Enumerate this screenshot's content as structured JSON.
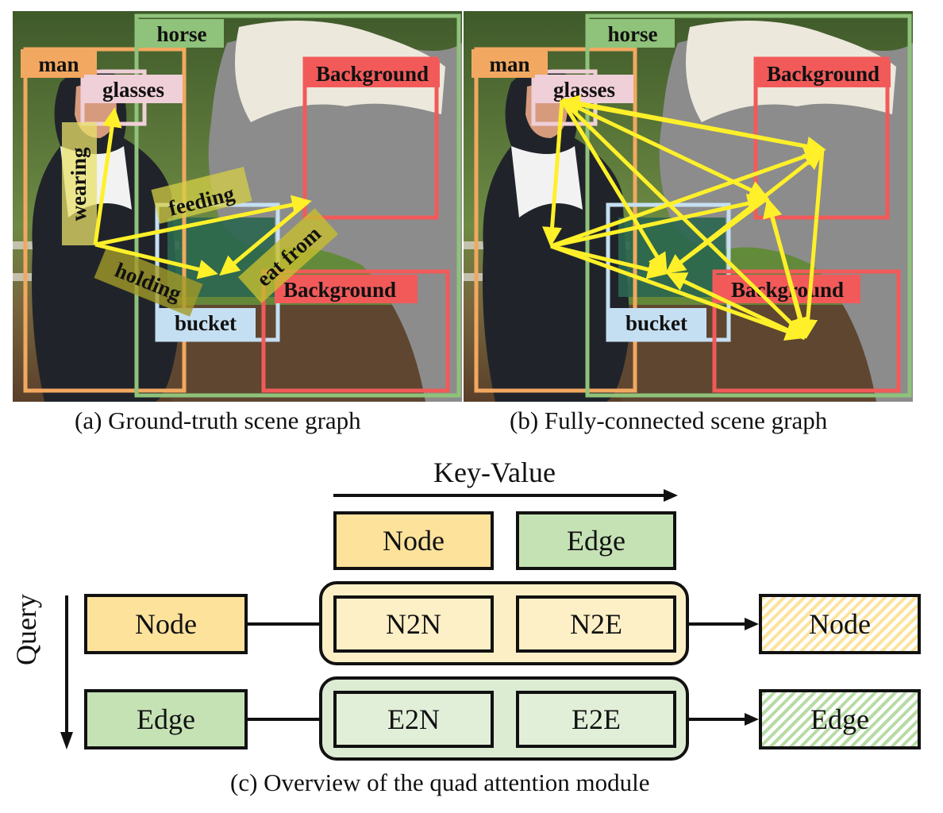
{
  "panel_a": {
    "caption": "(a) Ground-truth scene graph",
    "labels": {
      "man": "man",
      "horse": "horse",
      "glasses": "glasses",
      "background_top": "Background",
      "background_bottom": "Background",
      "bucket": "bucket"
    },
    "predicates": {
      "wearing": "wearing",
      "feeding": "feeding",
      "holding": "holding",
      "eat_from": "eat from"
    }
  },
  "panel_b": {
    "caption": "(b) Fully-connected scene graph",
    "labels": {
      "man": "man",
      "horse": "horse",
      "glasses": "glasses",
      "background_top": "Background",
      "background_bottom": "Background",
      "bucket": "bucket"
    }
  },
  "panel_c": {
    "caption": "(c) Overview of the quad attention module",
    "key_value_label": "Key-Value",
    "query_label": "Query",
    "kv_node": "Node",
    "kv_edge": "Edge",
    "query_node": "Node",
    "query_edge": "Edge",
    "n2n": "N2N",
    "n2e": "N2E",
    "e2n": "E2N",
    "e2e": "E2E",
    "out_node": "Node",
    "out_edge": "Edge"
  },
  "colors": {
    "man": "#f2a860",
    "horse": "#8fc27a",
    "glasses": "#efcfd8",
    "background": "#f25a5a",
    "bucket": "#c5dff2",
    "arrow": "#fff02a",
    "node_fill": "#fde29b",
    "edge_fill": "#c5e2b5",
    "n_group_fill": "#fcefc5",
    "e_group_fill": "#dcecd3"
  }
}
